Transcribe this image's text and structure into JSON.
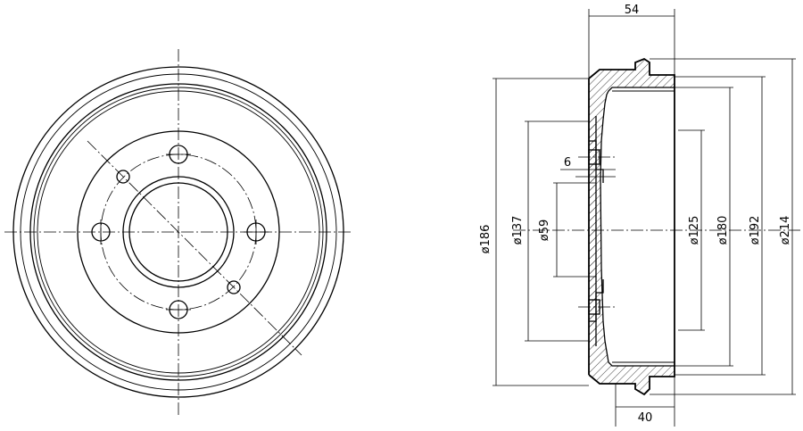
{
  "drawing": {
    "front_view": {
      "bolt_holes": 4,
      "centering_holes": 2
    },
    "side_view": {
      "dimensions": {
        "width_overall": "54",
        "width_inner": "40",
        "flange_thickness": "6",
        "d_186": "ø186",
        "d_137": "ø137",
        "d_59": "ø59",
        "d_125": "ø125",
        "d_180": "ø180",
        "d_192": "ø192",
        "d_214": "ø214"
      }
    }
  }
}
